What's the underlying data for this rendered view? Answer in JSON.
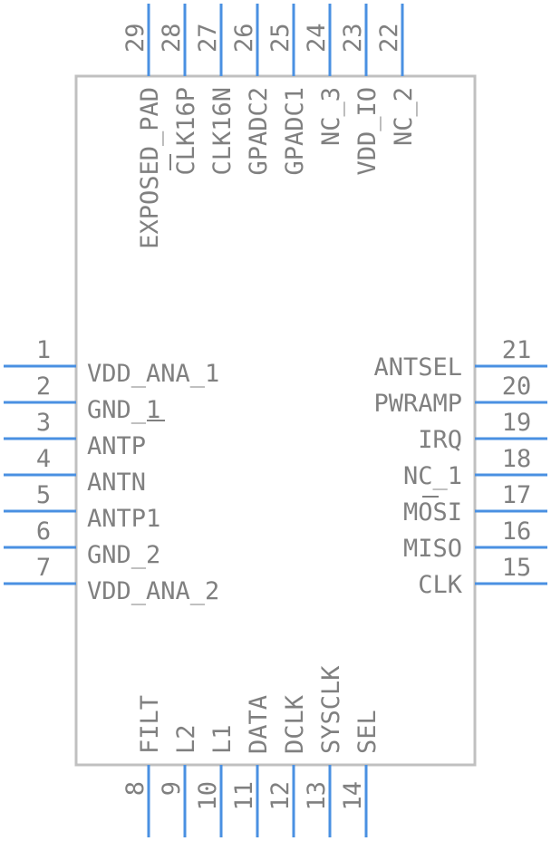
{
  "component": {
    "body_color": "#c0c0c0",
    "pin_color": "#4a90e2",
    "text_color": "#808080",
    "left_pins": [
      {
        "number": "1",
        "name": "VDD_ANA_1"
      },
      {
        "number": "2",
        "name": "GND_1"
      },
      {
        "number": "3",
        "name": "ANTP"
      },
      {
        "number": "4",
        "name": "ANTN"
      },
      {
        "number": "5",
        "name": "ANTP1"
      },
      {
        "number": "6",
        "name": "GND_2"
      },
      {
        "number": "7",
        "name": "VDD_ANA_2"
      }
    ],
    "bottom_pins": [
      {
        "number": "8",
        "name": "FILT"
      },
      {
        "number": "9",
        "name": "L2"
      },
      {
        "number": "10",
        "name": "L1"
      },
      {
        "number": "11",
        "name": "DATA"
      },
      {
        "number": "12",
        "name": "DCLK"
      },
      {
        "number": "13",
        "name": "SYSCLK"
      },
      {
        "number": "14",
        "name": "SEL"
      }
    ],
    "right_pins": [
      {
        "number": "15",
        "name": "CLK"
      },
      {
        "number": "16",
        "name": "MISO"
      },
      {
        "number": "17",
        "name": "MOSI"
      },
      {
        "number": "18",
        "name": "NC_1"
      },
      {
        "number": "19",
        "name": "IRQ"
      },
      {
        "number": "20",
        "name": "PWRAMP"
      },
      {
        "number": "21",
        "name": "ANTSEL"
      }
    ],
    "top_pins": [
      {
        "number": "22",
        "name": "NC_2"
      },
      {
        "number": "23",
        "name": "VDD_IO"
      },
      {
        "number": "24",
        "name": "NC_3"
      },
      {
        "number": "25",
        "name": "GPADC1"
      },
      {
        "number": "26",
        "name": "GPADC2"
      },
      {
        "number": "27",
        "name": "CLK16N"
      },
      {
        "number": "28",
        "name": "CLK16P"
      },
      {
        "number": "29",
        "name": "EXPOSED_PAD"
      }
    ]
  }
}
